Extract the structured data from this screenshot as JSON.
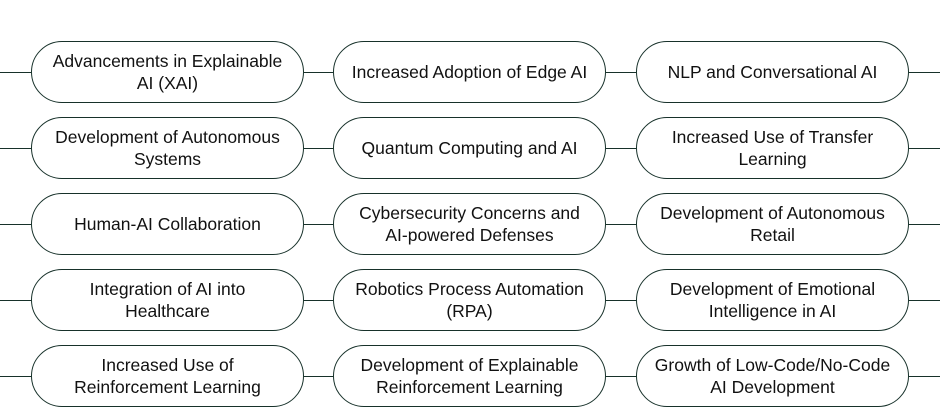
{
  "diagram": {
    "columns": [
      {
        "items": [
          "Advancements in Explainable AI (XAI)",
          "Development of Autonomous Systems",
          "Human-AI Collaboration",
          "Integration of AI into Healthcare",
          "Increased Use of Reinforcement Learning"
        ]
      },
      {
        "items": [
          "Increased Adoption of Edge AI",
          "Quantum Computing and AI",
          "Cybersecurity Concerns and AI-powered Defenses",
          "Robotics Process Automation (RPA)",
          "Development of Explainable Reinforcement Learning"
        ]
      },
      {
        "items": [
          "NLP and Conversational AI",
          "Increased Use of Transfer Learning",
          "Development of Autonomous Retail",
          "Development of Emotional Intelligence in AI",
          "Growth of Low-Code/No-Code AI Development"
        ]
      }
    ],
    "colors": {
      "stroke": "#17312a",
      "text": "#111111",
      "background": "#ffffff"
    }
  }
}
